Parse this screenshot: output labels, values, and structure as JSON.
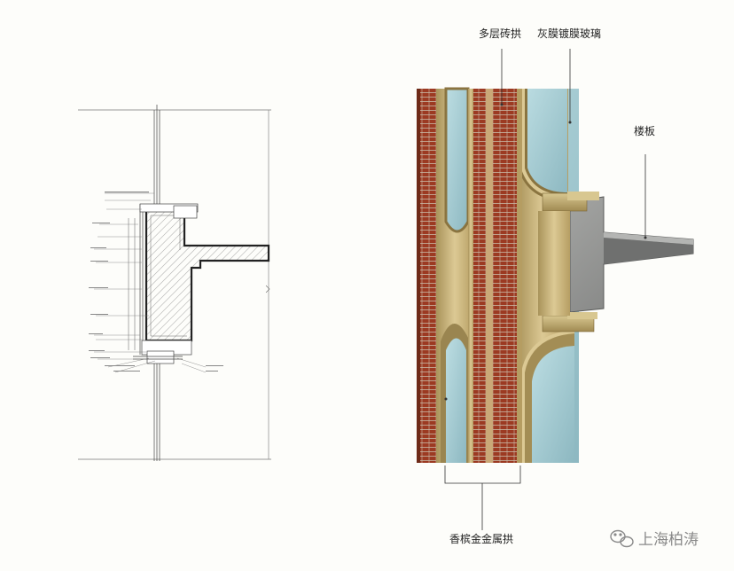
{
  "labels": {
    "brick_arch": "多层砖拱",
    "gray_glass": "灰膜镀膜玻璃",
    "floor_slab": "楼板",
    "champagne_arch": "香槟金金属拱"
  },
  "watermark": {
    "text": "上海柏涛",
    "icon": "wechat-icon"
  },
  "colors": {
    "brick": "#9c3a22",
    "brick_mortar": "#c9b9a6",
    "gold_metal": "#c8b07a",
    "gold_dark": "#8a7440",
    "glass": "#a9cfd6",
    "concrete": "#8f9090",
    "line": "#333333"
  }
}
